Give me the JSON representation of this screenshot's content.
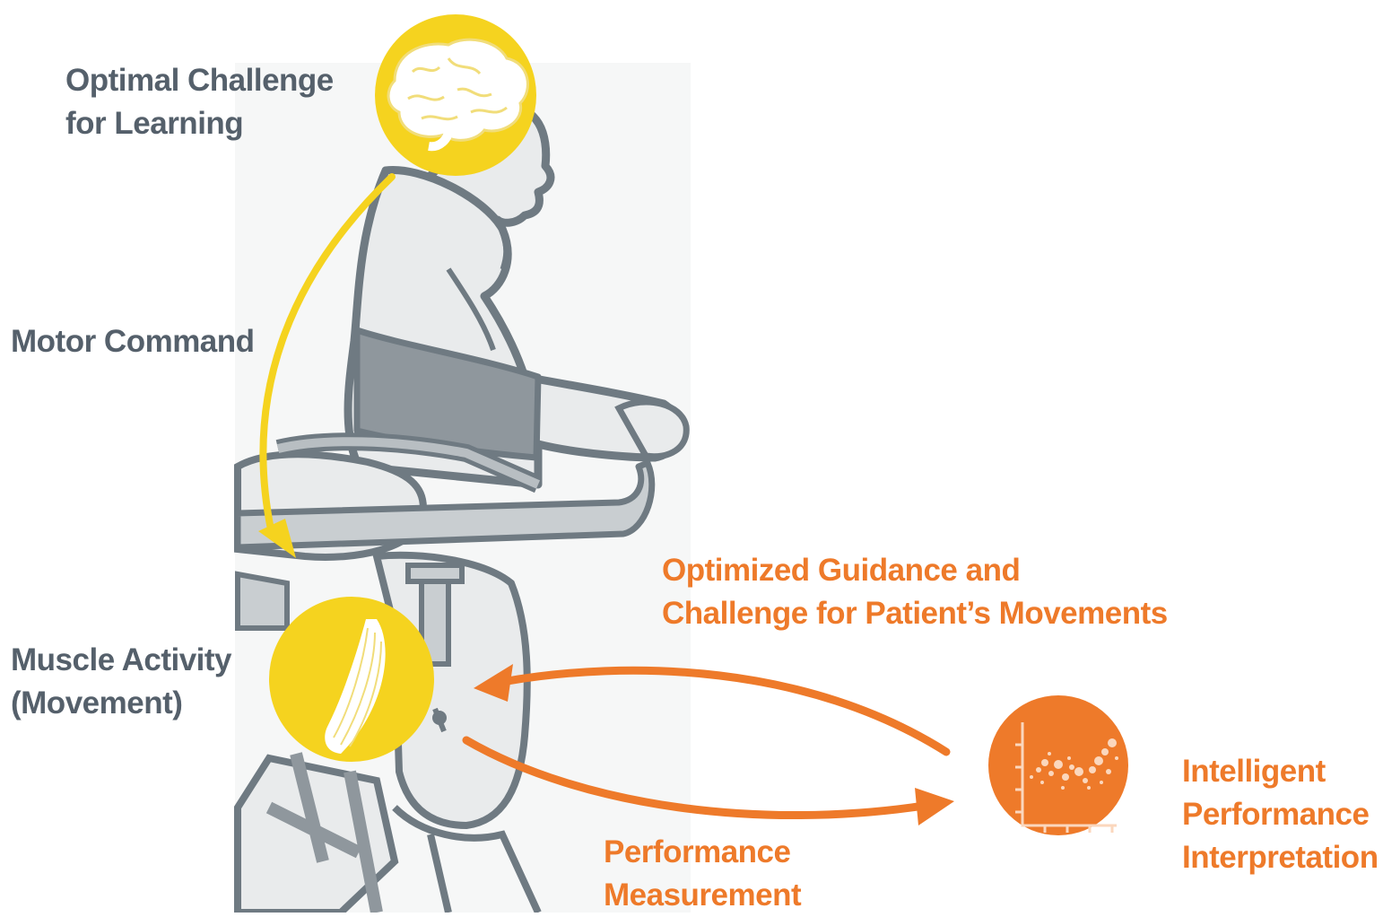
{
  "labels": {
    "optimal_challenge": [
      "Optimal Challenge",
      "for Learning"
    ],
    "motor_command": "Motor Command",
    "muscle_activity": [
      "Muscle Activity",
      "(Movement)"
    ],
    "optimized_guidance": [
      "Optimized Guidance and",
      "Challenge for Patient’s Movements"
    ],
    "performance_measurement": [
      "Performance",
      "Measurement"
    ],
    "intelligent_interpretation": [
      "Intelligent",
      "Performance",
      "Interpretation"
    ]
  },
  "icons": {
    "brain": "brain-icon",
    "muscle": "muscle-icon",
    "scatter_plot": "scatter-plot-icon"
  },
  "colors": {
    "yellow": "#f5d31f",
    "orange": "#ee7a2a",
    "text_gray": "#55606b",
    "figure_outline": "#6f7a82",
    "figure_fill": "#e9ebec",
    "belt": "#8f979d"
  }
}
